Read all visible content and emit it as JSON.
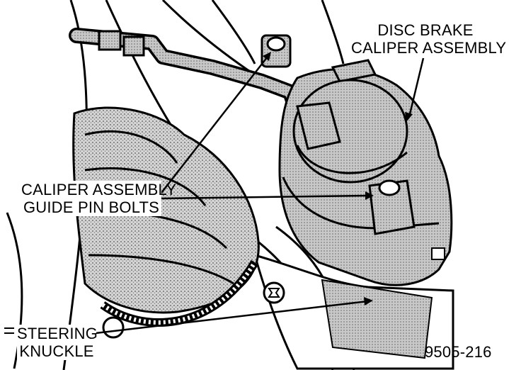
{
  "labels": {
    "caliper_assembly": {
      "line1": "DISC BRAKE",
      "line2": "CALIPER ASSEMBLY"
    },
    "guide_pin_bolts": {
      "line1": "CALIPER ASSEMBLY",
      "line2": "GUIDE PIN BOLTS"
    },
    "steering_knuckle": {
      "line1": "STEERING",
      "line2": "KNUCKLE"
    }
  },
  "figure_number": "9505-216",
  "colors": {
    "ink": "#000000",
    "paper": "#ffffff",
    "shade": "#bdbdbd",
    "stipple": "#9a9a9a"
  }
}
